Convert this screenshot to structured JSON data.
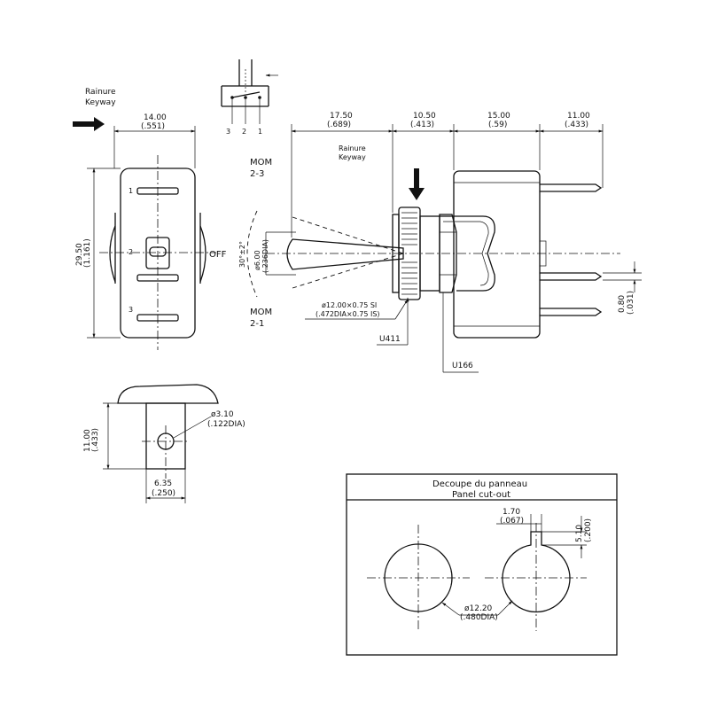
{
  "side_view": {
    "keyway_fr": "Rainure",
    "keyway_en": "Keyway",
    "width_mm": "14.00",
    "width_in": "(.551)",
    "height_mm": "29.50",
    "height_in": "(1.161)",
    "pin_labels": [
      "1",
      "2",
      "3"
    ],
    "off_label": "OFF"
  },
  "schematic": {
    "pin_labels": [
      "3",
      "2",
      "1"
    ]
  },
  "front_view": {
    "mom_top": "MOM",
    "pos_top": "2-3",
    "mom_bottom": "MOM",
    "pos_bottom": "2-1",
    "dim_lever_mm": "17.50",
    "dim_lever_in": "(.689)",
    "dim_bush_mm": "10.50",
    "dim_bush_in": "(.413)",
    "dim_body_mm": "15.00",
    "dim_body_in": "(.59)",
    "dim_term_mm": "11.00",
    "dim_term_in": "(.433)",
    "keyway_fr": "Rainure",
    "keyway_en": "Keyway",
    "angle": "30°±2°",
    "lever_dia_mm": "ø6.00",
    "lever_dia_in": "(.236DIA)",
    "thread_mm": "ø12.00×0.75 SI",
    "thread_in": "(.472DIA×0.75 IS)",
    "part_u411": "U411",
    "part_u166": "U166",
    "term_thick_mm": "0.80",
    "term_thick_in": "(.031)"
  },
  "terminal_view": {
    "hole_mm": "ø3.10",
    "hole_in": "(.122DIA)",
    "len_mm": "11.00",
    "len_in": "(.433)",
    "width_mm": "6.35",
    "width_in": "(.250)"
  },
  "panel_cutout": {
    "title_fr": "Decoupe du panneau",
    "title_en": "Panel cut-out",
    "key_w_mm": "1.70",
    "key_w_in": "(.067)",
    "key_d_mm": "5.10",
    "key_d_in": "(.200)",
    "hole_mm": "ø12.20",
    "hole_in": "(.480DIA)"
  }
}
